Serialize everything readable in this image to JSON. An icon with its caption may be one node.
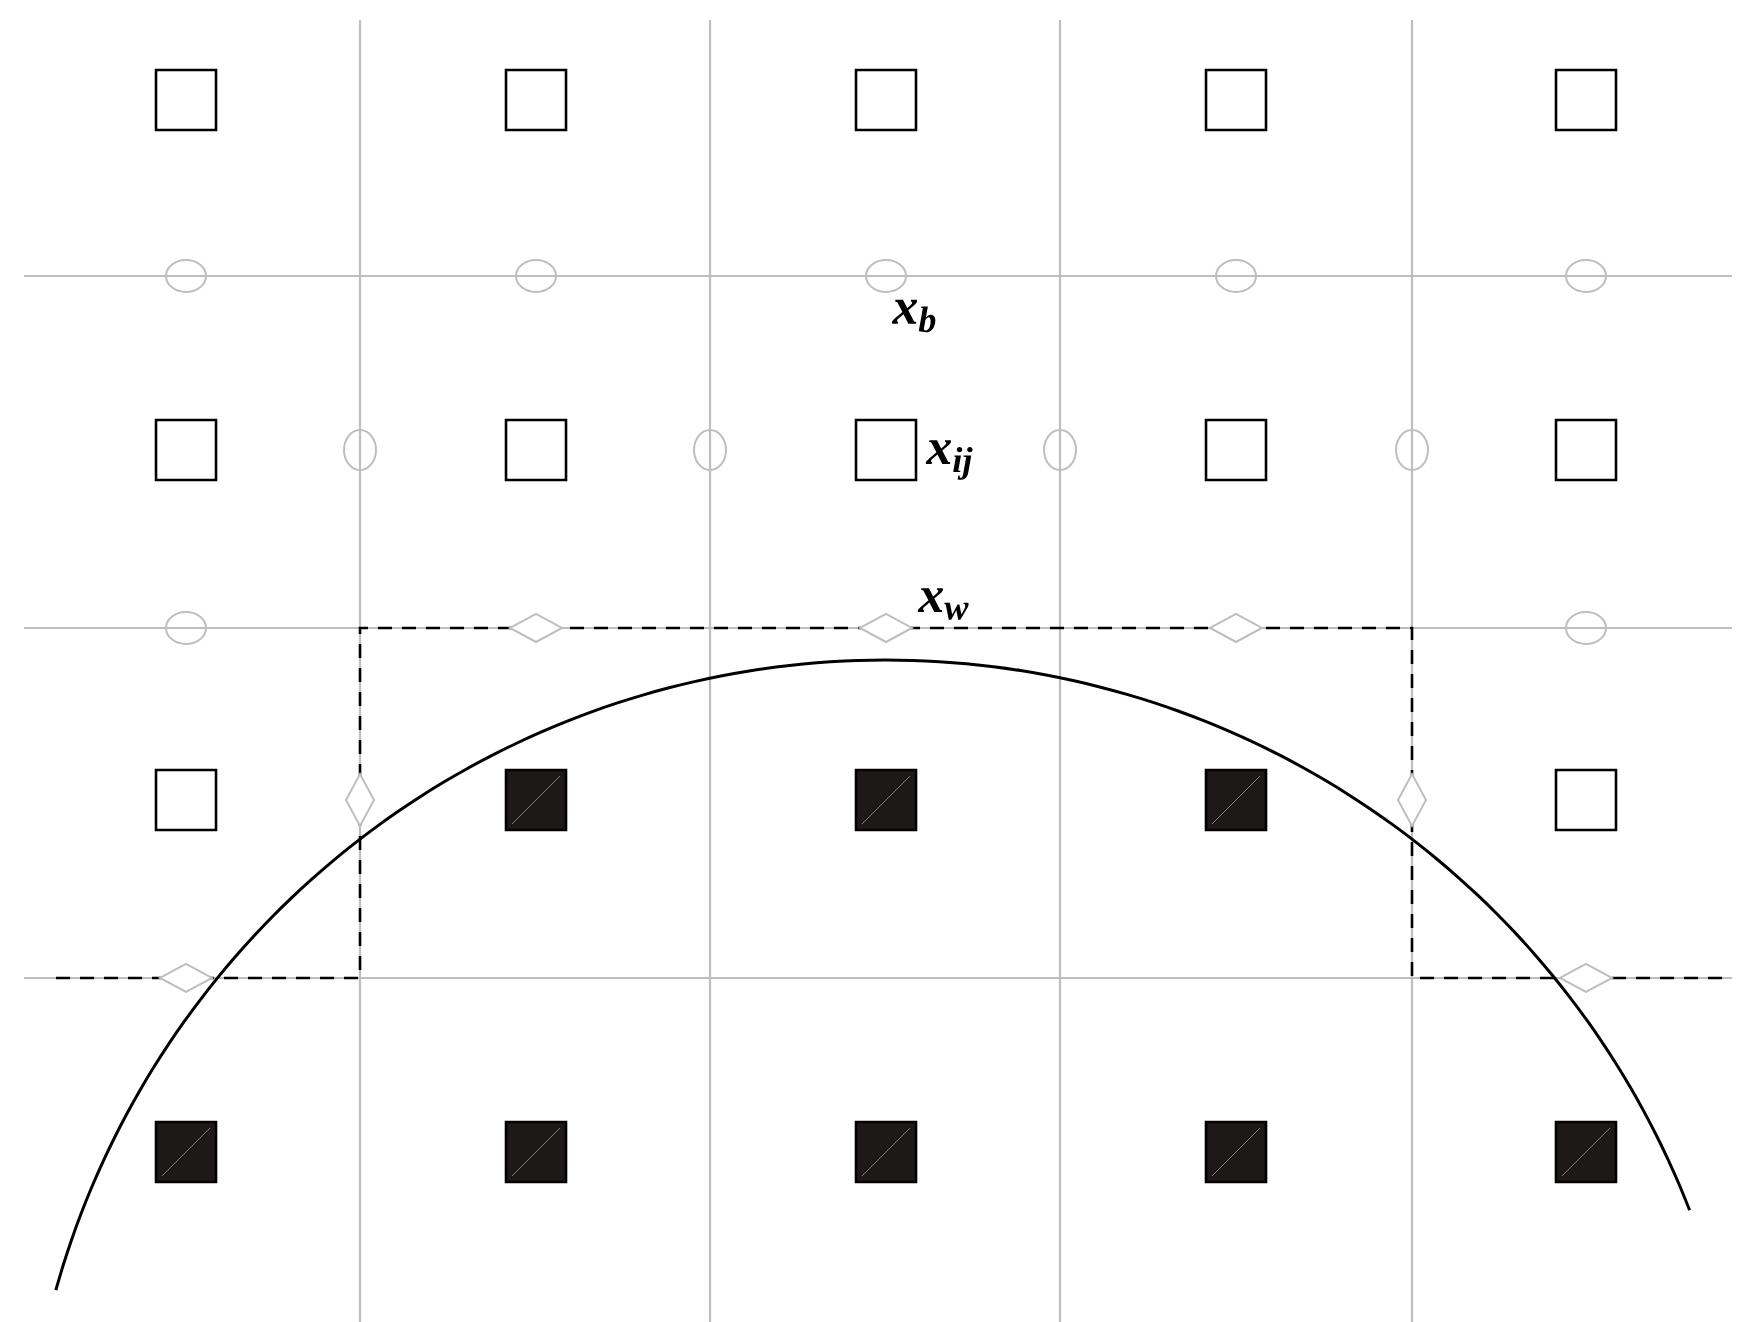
{
  "diagram": {
    "labels": [
      "x$_{b}$",
      "x$_{ij}$",
      "x$_{w}$"
    ]
  }
}
